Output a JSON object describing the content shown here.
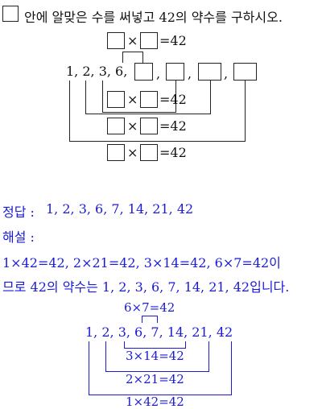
{
  "question": {
    "text": "안에 알맞은 수를 써넣고 42의 약수를 구하시오."
  },
  "problem": {
    "times": "×",
    "eq_42": "=42",
    "sequence_prefix": "1,  2,  3,  6,",
    "comma": ","
  },
  "answer": {
    "label": "정답 :",
    "values": "1,  2,  3,  6,  7,  14,  21,  42"
  },
  "explanation": {
    "label": "해설 :",
    "line1": "1×42=42,  2×21=42,  3×14=42,  6×7=42이",
    "line2": "므로 42의 약수는 1,  2,  3,  6,  7,  14,  21,  42입니다.",
    "diagram": {
      "top": "6×7=42",
      "sequence": "1,  2,  3,  6,  7,  14,  21,  42",
      "pair3": "3×14=42",
      "pair2": "2×21=42",
      "pair1": "1×42=42"
    }
  }
}
